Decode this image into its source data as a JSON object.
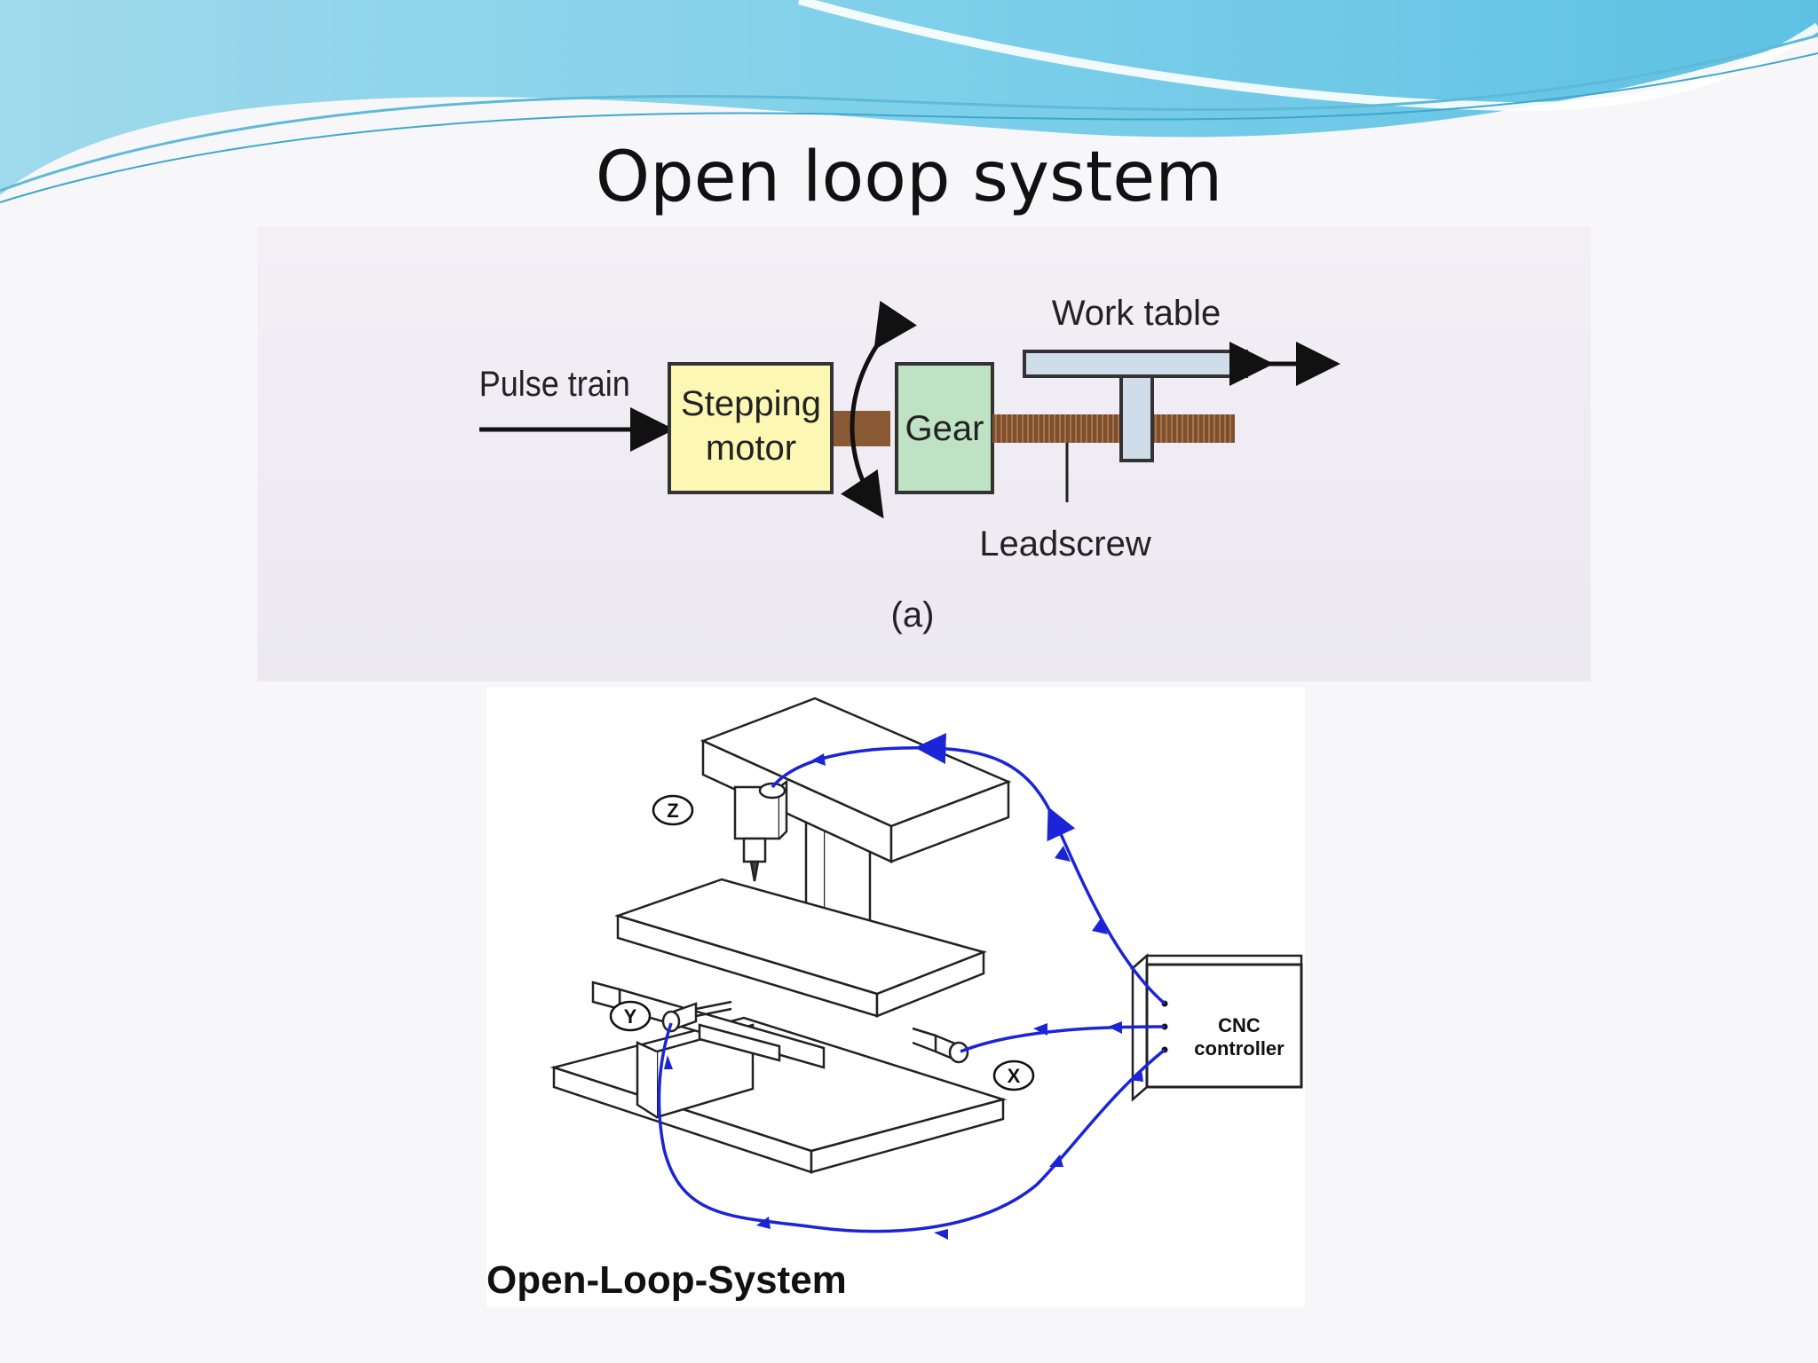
{
  "slide": {
    "title": "Open loop system"
  },
  "diagram_a": {
    "input_label": "Pulse train",
    "motor_label_line1": "Stepping",
    "motor_label_line2": "motor",
    "gear_label": "Gear",
    "table_label": "Work table",
    "screw_label": "Leadscrew",
    "caption": "(a)",
    "colors": {
      "motor": "#fdf7b4",
      "gear": "#bfe2c4",
      "table": "#cfdcea",
      "screw": "#8a5a35"
    }
  },
  "diagram_b": {
    "axis_z": "Z",
    "axis_y": "Y",
    "axis_x": "X",
    "controller_line1": "CNC",
    "controller_line2": "controller",
    "caption": "Open-Loop-System",
    "colors": {
      "signal_lines": "#1b24d6"
    }
  }
}
